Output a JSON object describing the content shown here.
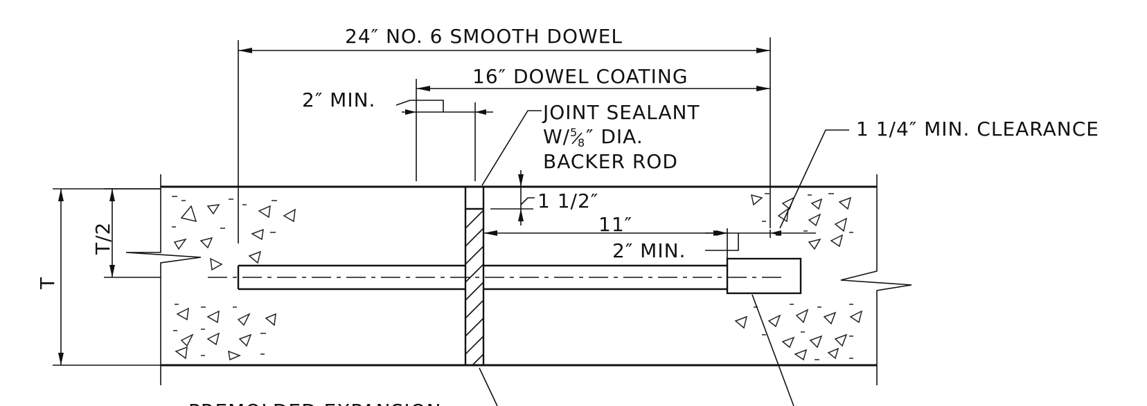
{
  "labels": {
    "dowel_length": "24″ NO. 6 SMOOTH DOWEL",
    "dowel_coating": "16″ DOWEL COATING",
    "coating_min": "2″ MIN.",
    "joint_sealant_line1": "JOINT SEALANT",
    "joint_sealant_line2_pre": "W/",
    "joint_sealant_frac_num": "5",
    "joint_sealant_frac_den": "8",
    "joint_sealant_line2_post": "″ DIA.",
    "joint_sealant_line3": "BACKER ROD",
    "clearance": "1 1/4″ MIN. CLEARANCE",
    "sealant_depth": "1 1/2″",
    "embed_length": "11″",
    "cap_min": "2″ MIN.",
    "half_thickness": "T/2",
    "thickness": "T",
    "bottom_text": "PREMOLDED EXPANSION"
  },
  "colors": {
    "line": "#111111",
    "background": "#ffffff"
  }
}
